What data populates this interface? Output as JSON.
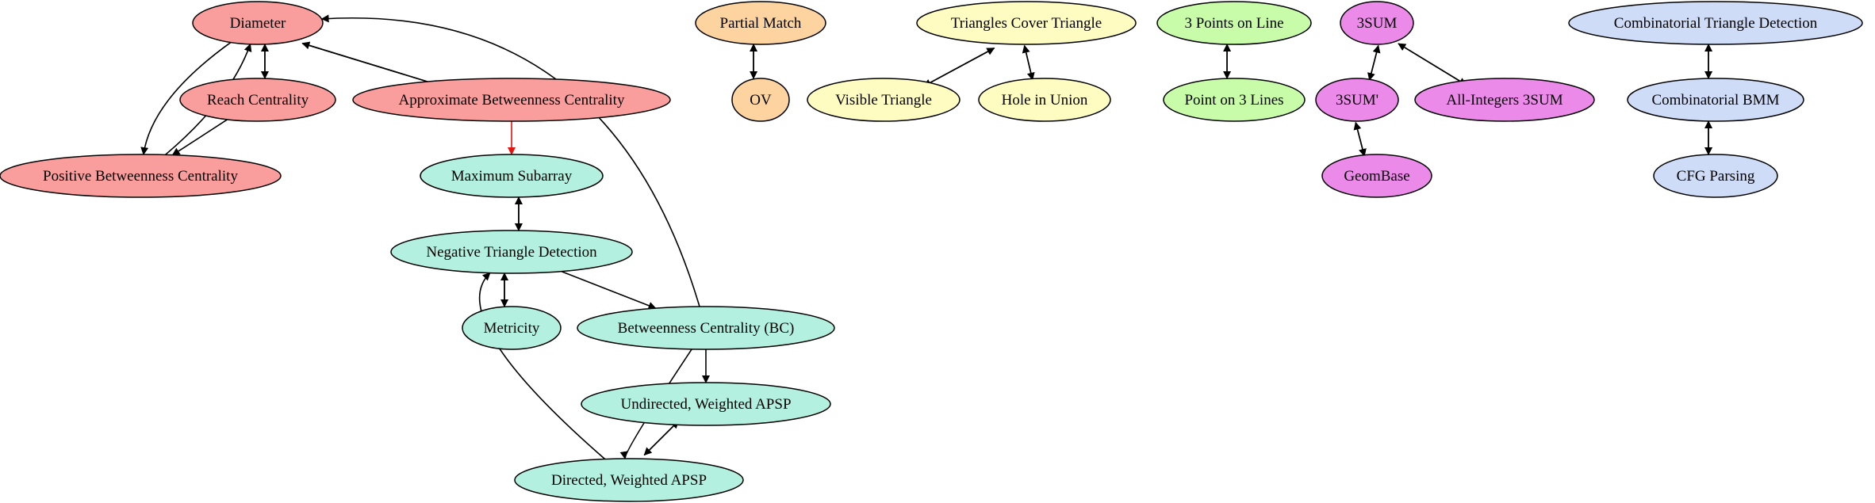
{
  "colors": {
    "red": "#fa9d9d",
    "teal": "#b4f0e0",
    "orange": "#fdd4a0",
    "yellow": "#fffcc2",
    "green": "#c8fca8",
    "magenta": "#ec8ae9",
    "blue": "#cfdcf8",
    "edge": "#000000",
    "highlight_edge": "#e4140f"
  },
  "nodes": [
    {
      "id": "diameter",
      "label": "Diameter",
      "group": "red"
    },
    {
      "id": "reach",
      "label": "Reach Centrality",
      "group": "red"
    },
    {
      "id": "approx_bc",
      "label": "Approximate Betweenness Centrality",
      "group": "red"
    },
    {
      "id": "pos_bc",
      "label": "Positive Betweenness Centrality",
      "group": "red"
    },
    {
      "id": "max_sub",
      "label": "Maximum Subarray",
      "group": "teal"
    },
    {
      "id": "neg_tri",
      "label": "Negative Triangle Detection",
      "group": "teal"
    },
    {
      "id": "metricity",
      "label": "Metricity",
      "group": "teal"
    },
    {
      "id": "bc",
      "label": "Betweenness Centrality (BC)",
      "group": "teal"
    },
    {
      "id": "und_apsp",
      "label": "Undirected, Weighted APSP",
      "group": "teal"
    },
    {
      "id": "dir_apsp",
      "label": "Directed, Weighted APSP",
      "group": "teal"
    },
    {
      "id": "partial",
      "label": "Partial Match",
      "group": "orange"
    },
    {
      "id": "ov",
      "label": "OV",
      "group": "orange"
    },
    {
      "id": "tri_cover",
      "label": "Triangles Cover Triangle",
      "group": "yellow"
    },
    {
      "id": "vis_tri",
      "label": "Visible Triangle",
      "group": "yellow"
    },
    {
      "id": "hole",
      "label": "Hole in Union",
      "group": "yellow"
    },
    {
      "id": "three_pts",
      "label": "3 Points on Line",
      "group": "green"
    },
    {
      "id": "pt_lines",
      "label": "Point on 3 Lines",
      "group": "green"
    },
    {
      "id": "sum3",
      "label": "3SUM",
      "group": "magenta"
    },
    {
      "id": "sum3p",
      "label": "3SUM'",
      "group": "magenta"
    },
    {
      "id": "allint",
      "label": "All-Integers 3SUM",
      "group": "magenta"
    },
    {
      "id": "geombase",
      "label": "GeomBase",
      "group": "magenta"
    },
    {
      "id": "comb_tri",
      "label": "Combinatorial Triangle Detection",
      "group": "blue"
    },
    {
      "id": "comb_bmm",
      "label": "Combinatorial BMM",
      "group": "blue"
    },
    {
      "id": "cfg",
      "label": "CFG Parsing",
      "group": "blue"
    }
  ],
  "edges": [
    {
      "from": "diameter",
      "to": "reach"
    },
    {
      "from": "reach",
      "to": "diameter"
    },
    {
      "from": "diameter",
      "to": "approx_bc"
    },
    {
      "from": "approx_bc",
      "to": "diameter"
    },
    {
      "from": "diameter",
      "to": "pos_bc"
    },
    {
      "from": "pos_bc",
      "to": "diameter"
    },
    {
      "from": "reach",
      "to": "pos_bc"
    },
    {
      "from": "approx_bc",
      "to": "max_sub",
      "highlight": true
    },
    {
      "from": "max_sub",
      "to": "neg_tri"
    },
    {
      "from": "neg_tri",
      "to": "max_sub"
    },
    {
      "from": "neg_tri",
      "to": "metricity"
    },
    {
      "from": "metricity",
      "to": "neg_tri"
    },
    {
      "from": "neg_tri",
      "to": "bc"
    },
    {
      "from": "bc",
      "to": "diameter"
    },
    {
      "from": "bc",
      "to": "und_apsp"
    },
    {
      "from": "bc",
      "to": "dir_apsp"
    },
    {
      "from": "und_apsp",
      "to": "dir_apsp"
    },
    {
      "from": "dir_apsp",
      "to": "und_apsp"
    },
    {
      "from": "dir_apsp",
      "to": "neg_tri"
    },
    {
      "from": "partial",
      "to": "ov"
    },
    {
      "from": "ov",
      "to": "partial"
    },
    {
      "from": "tri_cover",
      "to": "vis_tri"
    },
    {
      "from": "vis_tri",
      "to": "tri_cover"
    },
    {
      "from": "tri_cover",
      "to": "hole"
    },
    {
      "from": "hole",
      "to": "tri_cover"
    },
    {
      "from": "three_pts",
      "to": "pt_lines"
    },
    {
      "from": "pt_lines",
      "to": "three_pts"
    },
    {
      "from": "sum3",
      "to": "sum3p"
    },
    {
      "from": "sum3p",
      "to": "sum3"
    },
    {
      "from": "sum3",
      "to": "allint"
    },
    {
      "from": "allint",
      "to": "sum3"
    },
    {
      "from": "sum3p",
      "to": "geombase"
    },
    {
      "from": "geombase",
      "to": "sum3p"
    },
    {
      "from": "comb_tri",
      "to": "comb_bmm"
    },
    {
      "from": "comb_bmm",
      "to": "comb_tri"
    },
    {
      "from": "comb_bmm",
      "to": "cfg"
    },
    {
      "from": "cfg",
      "to": "comb_bmm"
    }
  ]
}
